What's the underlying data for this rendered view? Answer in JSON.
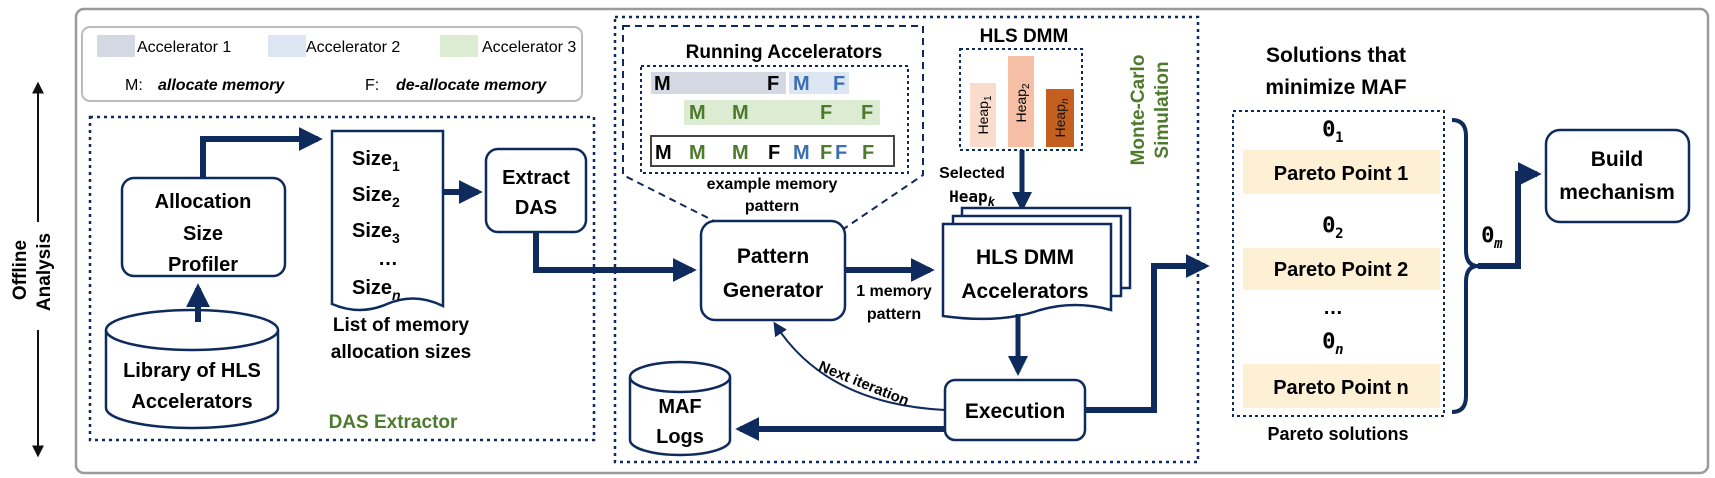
{
  "side": {
    "line1": "Offline",
    "line2": "Analysis"
  },
  "legend": {
    "acc1": "Accelerator 1",
    "acc2": "Accelerator 2",
    "acc3": "Accelerator 3",
    "m_key": "M:",
    "m_desc": "allocate memory",
    "f_key": "F:",
    "f_desc": "de-allocate memory",
    "colors": {
      "acc1": "#d4d8e2",
      "acc2": "#dde7f4",
      "acc3": "#dcecd2"
    }
  },
  "das": {
    "profiler": [
      "Allocation",
      "Size",
      "Profiler"
    ],
    "library": [
      "Library of HLS",
      "Accelerators"
    ],
    "sizes": [
      "Size",
      "Size",
      "Size",
      "…",
      "Size"
    ],
    "size_subs": [
      "1",
      "2",
      "3",
      "",
      "n"
    ],
    "list_caption": [
      "List of memory",
      "allocation sizes"
    ],
    "extract": [
      "Extract",
      "DAS"
    ],
    "title": "DAS Extractor"
  },
  "mc": {
    "running_title": "Running Accelerators",
    "rows": {
      "r1": [
        "M",
        "F",
        "M",
        "F"
      ],
      "r2": [
        "M",
        "M",
        "F",
        "F"
      ],
      "r3": [
        "M",
        "M",
        "M",
        "F",
        "M",
        "F",
        "F",
        "F"
      ]
    },
    "pattern_caption": [
      "example memory",
      "pattern"
    ],
    "hls_dmm_title": "HLS DMM",
    "heaps": [
      "Heap",
      "Heap",
      "Heap"
    ],
    "heap_subs": [
      "1",
      "2",
      "n"
    ],
    "selected": "Selected",
    "selected_heap": "Heap",
    "selected_heap_sub": "k",
    "generator": [
      "Pattern",
      "Generator"
    ],
    "edge_label": [
      "1 memory",
      "pattern"
    ],
    "dmm_acc": [
      "HLS DMM",
      "Accelerators"
    ],
    "execution": "Execution",
    "next": "Next iteration",
    "maf": [
      "MAF",
      "Logs"
    ],
    "title": [
      "Monte-Carlo",
      "Simulation"
    ]
  },
  "solutions": {
    "title": [
      "Solutions that",
      "minimize MAF"
    ],
    "thetas": [
      "Θ",
      "Θ",
      "…",
      "Θ"
    ],
    "theta_subs": [
      "1",
      "2",
      "",
      "n"
    ],
    "points": [
      "Pareto Point 1",
      "Pareto Point 2",
      "Pareto Point n"
    ],
    "caption": "Pareto solutions",
    "brace_label": "Θ",
    "brace_sub": "m",
    "build": [
      "Build",
      "mechanism"
    ]
  },
  "palette": {
    "navy": "#0f2a5c",
    "green": "#4e7a2e",
    "blue_text": "#3d6fb0",
    "pareto_fill": "#fdf0d4",
    "heap1": "#f9dccc",
    "heap2": "#f4bfa5",
    "heapn": "#c4601f"
  }
}
